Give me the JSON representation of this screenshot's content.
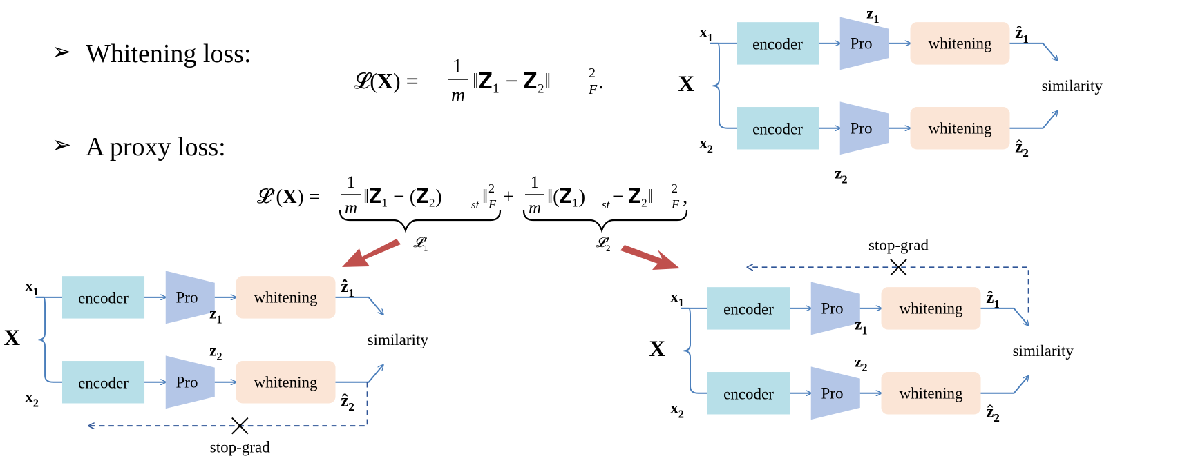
{
  "bullets": {
    "marker": "➢",
    "whitening_label": "Whitening loss:",
    "proxy_label": "A proxy loss:"
  },
  "formulas": {
    "whitening": {
      "lhs": "𝓛(𝐗) = ",
      "frac_num": "1",
      "frac_den": "m",
      "body": "‖𝐙̂₁ − 𝐙̂₂‖",
      "sup": "2",
      "sub": "F",
      "end": "."
    },
    "proxy": {
      "lhs": "𝓛′(𝐗) = ",
      "frac_num": "1",
      "frac_den": "m",
      "term1": "‖𝐙̂₁ − (𝐙̂₂)",
      "term1_st": "st",
      "term1_close": "‖",
      "plus": "+",
      "term2": "‖(𝐙̂₁)",
      "term2_st": "st",
      "term2_rest": " − 𝐙̂₂‖",
      "sup": "2",
      "sub": "F",
      "end": ",",
      "brace1_label": "𝓛′",
      "brace1_sub": "1",
      "brace2_label": "𝓛′",
      "brace2_sub": "2"
    }
  },
  "diagram": {
    "input": "X",
    "x1": "x",
    "x1_sub": "1",
    "x2": "x",
    "x2_sub": "2",
    "z1": "z",
    "z1_sub": "1",
    "z2": "z",
    "z2_sub": "2",
    "zhat1": "ẑ",
    "zhat1_sub": "1",
    "zhat2": "ẑ",
    "zhat2_sub": "2",
    "encoder": "encoder",
    "pro": "Pro",
    "whitening": "whitening",
    "similarity": "similarity",
    "stop_grad": "stop-grad"
  },
  "colors": {
    "encoder_fill": "#b7dfe8",
    "pro_fill": "#b4c6e7",
    "whitening_fill": "#fbe5d6",
    "arrow": "#4a7ebb",
    "dashed": "#2f5597",
    "red_arrow": "#c0504d",
    "text": "#000000"
  }
}
